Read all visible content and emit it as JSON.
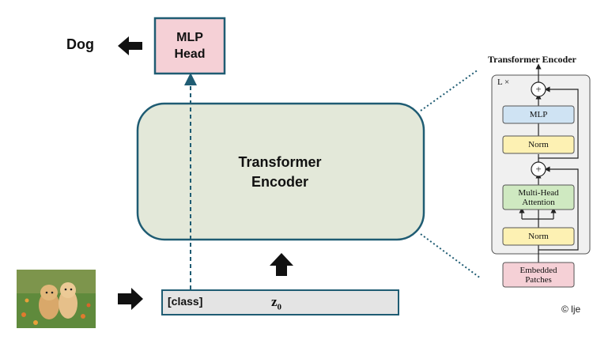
{
  "output_label": "Dog",
  "mlp_head": {
    "line1": "MLP",
    "line2": "Head"
  },
  "encoder_main": {
    "line1": "Transformer",
    "line2": "Encoder"
  },
  "input_row": {
    "class_token": "[class]",
    "z_label": "z",
    "z_sub": "0"
  },
  "detail": {
    "title": "Transformer Encoder",
    "repeat": "L ×",
    "mlp": "MLP",
    "norm_top": "Norm",
    "attention_line1": "Multi-Head",
    "attention_line2": "Attention",
    "norm_bottom": "Norm",
    "embedded_line1": "Embedded",
    "embedded_line2": "Patches",
    "plus": "+"
  },
  "copyright": "© lje",
  "colors": {
    "mlp_head_fill": "#f5d0d6",
    "border_teal": "#1f5c73",
    "encoder_fill": "#e3e8d9",
    "input_fill": "#e4e4e4",
    "detail_bg": "#f0f0f0",
    "detail_mlp": "#cfe3f3",
    "detail_norm": "#fdf1b3",
    "detail_attn": "#cfe9c1",
    "detail_embed": "#f5d0d6"
  }
}
